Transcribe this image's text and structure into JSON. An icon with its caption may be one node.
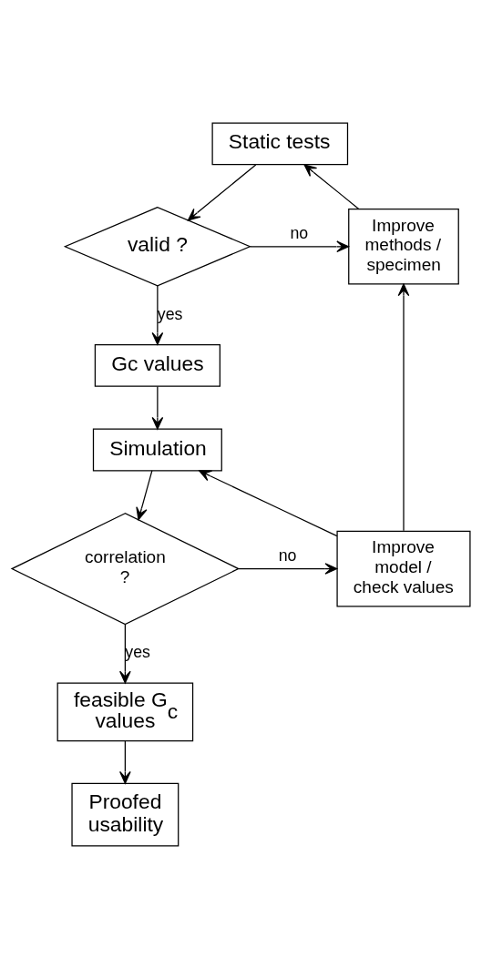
{
  "diagram": {
    "nodes": [
      {
        "text": [
          "Static tests"
        ]
      },
      {
        "text": [
          "valid ?"
        ]
      },
      {
        "text": [
          "Improve methods / specimen"
        ]
      },
      {
        "text": [
          "Gc values"
        ]
      },
      {
        "text": [
          "Simulation"
        ]
      },
      {
        "text": [
          "correlation ?"
        ]
      },
      {
        "text": [
          "Improve model / check values"
        ]
      },
      {
        "text": [
          "feasible G$_{c}$ values"
        ]
      },
      {
        "text": [
          "Proofed usability"
        ]
      }
    ],
    "edges": [
      {
        "from": 0,
        "to": 1,
        "arrow": "to"
      },
      {
        "from": 1,
        "to": 2,
        "arrow": "to",
        "label": "no"
      },
      {
        "from": 1,
        "to": 3,
        "arrow": "to",
        "label": "yes"
      },
      {
        "from": 2,
        "to": 0,
        "arrow": "to"
      },
      {
        "from": 3,
        "to": 4,
        "arrow": "to"
      },
      {
        "from": 4,
        "to": 5,
        "arrow": "to"
      },
      {
        "from": 5,
        "to": 6,
        "arrow": "to",
        "label": "no"
      },
      {
        "from": 6,
        "to": 4,
        "arrow": "to"
      },
      {
        "from": 6,
        "to": 2,
        "arrow": "to"
      },
      {
        "from": 5,
        "to": 7,
        "arrow": "to",
        "label": "yes"
      },
      {
        "from": 7,
        "to": 8,
        "arrow": "to"
      }
    ]
  }
}
